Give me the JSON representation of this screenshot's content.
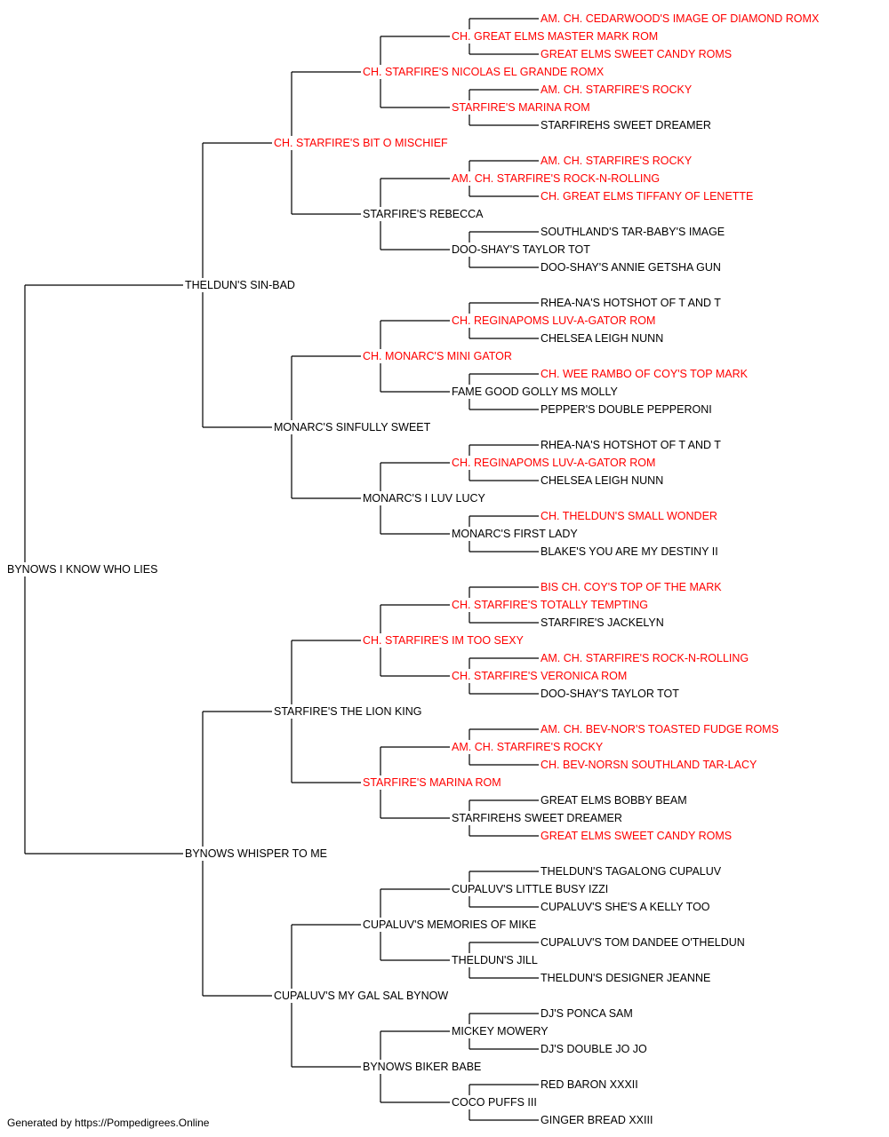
{
  "colors": {
    "titled": "#ff0000",
    "normal": "#000000",
    "line": "#000000"
  },
  "pedigree": {
    "name": "BYNOWS I KNOW WHO LIES",
    "sire": {
      "name": "THELDUN'S SIN-BAD",
      "sire": {
        "name": "CH. STARFIRE'S BIT O MISCHIEF",
        "titled": true,
        "sire": {
          "name": "CH. STARFIRE'S NICOLAS EL GRANDE ROMX",
          "titled": true,
          "sire": {
            "name": "CH. GREAT ELMS MASTER MARK ROM",
            "titled": true,
            "sire": {
              "name": "AM. CH. CEDARWOOD'S IMAGE OF DIAMOND ROMX",
              "titled": true
            },
            "dam": {
              "name": "GREAT ELMS SWEET CANDY ROMS",
              "titled": true
            }
          },
          "dam": {
            "name": "STARFIRE'S MARINA ROM",
            "titled": true,
            "sire": {
              "name": "AM. CH. STARFIRE'S ROCKY",
              "titled": true
            },
            "dam": {
              "name": "STARFIREHS SWEET DREAMER"
            }
          }
        },
        "dam": {
          "name": "STARFIRE'S REBECCA",
          "sire": {
            "name": "AM. CH. STARFIRE'S ROCK-N-ROLLING",
            "titled": true,
            "sire": {
              "name": "AM. CH. STARFIRE'S ROCKY",
              "titled": true
            },
            "dam": {
              "name": "CH. GREAT ELMS TIFFANY OF LENETTE",
              "titled": true
            }
          },
          "dam": {
            "name": "DOO-SHAY'S TAYLOR TOT",
            "sire": {
              "name": "SOUTHLAND'S TAR-BABY'S IMAGE"
            },
            "dam": {
              "name": "DOO-SHAY'S ANNIE GETSHA GUN"
            }
          }
        }
      },
      "dam": {
        "name": "MONARC'S SINFULLY SWEET",
        "sire": {
          "name": "CH. MONARC'S MINI GATOR",
          "titled": true,
          "sire": {
            "name": "CH. REGINAPOMS LUV-A-GATOR ROM",
            "titled": true,
            "sire": {
              "name": "RHEA-NA'S HOTSHOT OF T AND T"
            },
            "dam": {
              "name": "CHELSEA LEIGH NUNN"
            }
          },
          "dam": {
            "name": "FAME GOOD GOLLY MS MOLLY",
            "sire": {
              "name": "CH. WEE RAMBO OF COY'S TOP MARK",
              "titled": true
            },
            "dam": {
              "name": "PEPPER'S DOUBLE PEPPERONI"
            }
          }
        },
        "dam": {
          "name": "MONARC'S I LUV LUCY",
          "sire": {
            "name": "CH. REGINAPOMS LUV-A-GATOR ROM",
            "titled": true,
            "sire": {
              "name": "RHEA-NA'S HOTSHOT OF T AND T"
            },
            "dam": {
              "name": "CHELSEA LEIGH NUNN"
            }
          },
          "dam": {
            "name": "MONARC'S FIRST LADY",
            "sire": {
              "name": "CH. THELDUN'S SMALL WONDER",
              "titled": true
            },
            "dam": {
              "name": "BLAKE'S YOU ARE MY DESTINY II"
            }
          }
        }
      }
    },
    "dam": {
      "name": "BYNOWS WHISPER TO ME",
      "sire": {
        "name": "STARFIRE'S THE LION KING",
        "sire": {
          "name": "CH. STARFIRE'S IM TOO SEXY",
          "titled": true,
          "sire": {
            "name": "CH. STARFIRE'S TOTALLY TEMPTING",
            "titled": true,
            "sire": {
              "name": "BIS CH. COY'S TOP OF THE MARK",
              "titled": true
            },
            "dam": {
              "name": "STARFIRE'S JACKELYN"
            }
          },
          "dam": {
            "name": "CH. STARFIRE'S VERONICA ROM",
            "titled": true,
            "sire": {
              "name": "AM. CH. STARFIRE'S ROCK-N-ROLLING",
              "titled": true
            },
            "dam": {
              "name": "DOO-SHAY'S TAYLOR TOT"
            }
          }
        },
        "dam": {
          "name": "STARFIRE'S MARINA ROM",
          "titled": true,
          "sire": {
            "name": "AM. CH. STARFIRE'S ROCKY",
            "titled": true,
            "sire": {
              "name": "AM. CH. BEV-NOR'S TOASTED FUDGE ROMS",
              "titled": true
            },
            "dam": {
              "name": "CH. BEV-NORSN SOUTHLAND TAR-LACY",
              "titled": true
            }
          },
          "dam": {
            "name": "STARFIREHS SWEET DREAMER",
            "sire": {
              "name": "GREAT ELMS BOBBY BEAM"
            },
            "dam": {
              "name": "GREAT ELMS SWEET CANDY ROMS",
              "titled": true
            }
          }
        }
      },
      "dam": {
        "name": "CUPALUV'S MY GAL SAL BYNOW",
        "sire": {
          "name": "CUPALUV'S MEMORIES OF MIKE",
          "sire": {
            "name": "CUPALUV'S LITTLE BUSY IZZI",
            "sire": {
              "name": "THELDUN'S TAGALONG CUPALUV"
            },
            "dam": {
              "name": "CUPALUV'S SHE'S A KELLY TOO"
            }
          },
          "dam": {
            "name": "THELDUN'S JILL",
            "sire": {
              "name": "CUPALUV'S TOM DANDEE O'THELDUN"
            },
            "dam": {
              "name": "THELDUN'S DESIGNER JEANNE"
            }
          }
        },
        "dam": {
          "name": "BYNOWS BIKER BABE",
          "sire": {
            "name": "MICKEY MOWERY",
            "sire": {
              "name": "DJ'S PONCA SAM"
            },
            "dam": {
              "name": "DJ'S DOUBLE JO JO"
            }
          },
          "dam": {
            "name": "COCO PUFFS III",
            "sire": {
              "name": "RED BARON XXXII"
            },
            "dam": {
              "name": "GINGER BREAD XXIII"
            }
          }
        }
      }
    }
  },
  "footer": "Generated by https://Pompedigrees.Online"
}
